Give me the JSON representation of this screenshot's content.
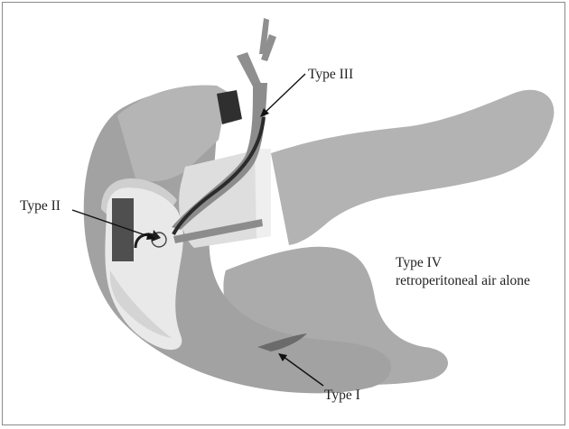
{
  "figure": {
    "labels": {
      "type_i": "Type I",
      "type_ii": "Type II",
      "type_iii": "Type III",
      "type_iv_line1": "Type IV",
      "type_iv_line2": "retroperitoneal air alone"
    },
    "colors": {
      "organ_gray": "#a7a7a7",
      "organ_light": "#c2c2c2",
      "organ_pale": "#e6e6e6",
      "duct_dark": "#2f2f2f",
      "panel_dark": "#4f4f4f",
      "text": "#222222"
    }
  }
}
